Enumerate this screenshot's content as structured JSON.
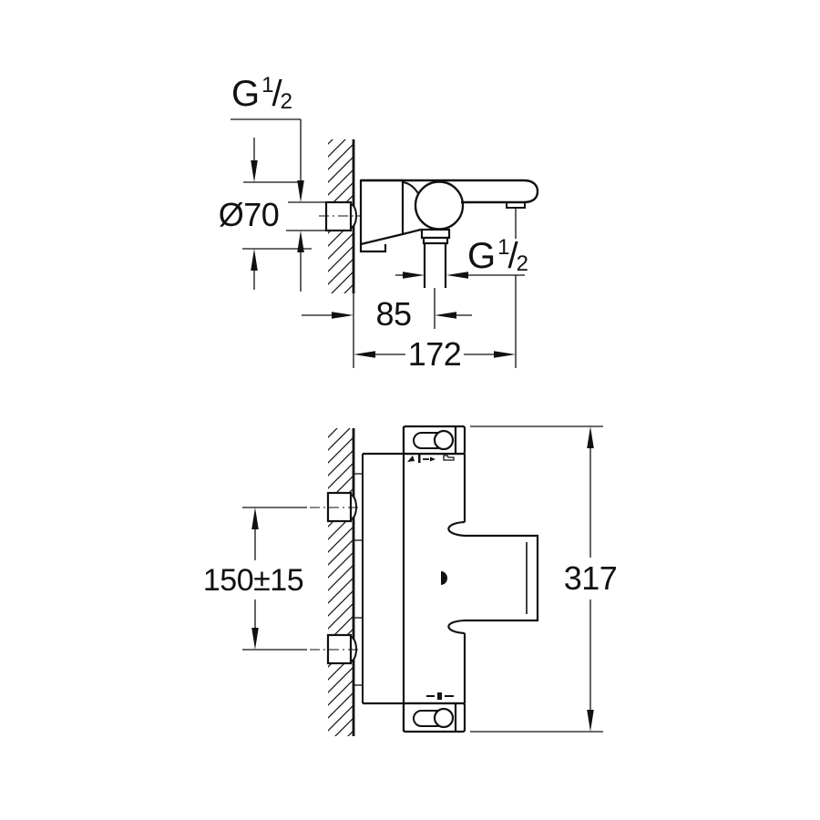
{
  "colors": {
    "ink": "#111111",
    "background": "#ffffff"
  },
  "side_view": {
    "labels": {
      "inlet_thread": {
        "g": "G",
        "num": "1",
        "slash": "/",
        "den": "2"
      },
      "escutcheon_diameter": "Ø70",
      "shower_outlet_thread": {
        "g": "G",
        "num": "1",
        "slash": "/",
        "den": "2"
      },
      "wall_to_shower_outlet": "85",
      "wall_to_spout_end": "172"
    }
  },
  "front_view": {
    "labels": {
      "inlet_center_distance": "150±15",
      "overall_height": "317"
    }
  }
}
